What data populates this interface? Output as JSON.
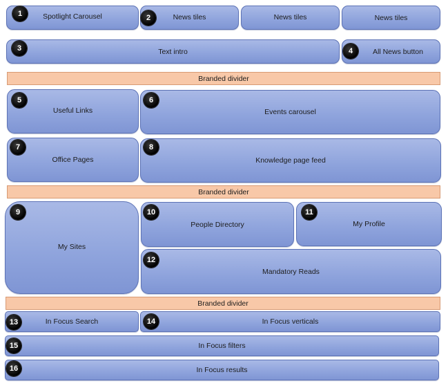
{
  "blocks": [
    {
      "num": "1",
      "label": "Spotlight Carousel"
    },
    {
      "num": "2",
      "label": "News tiles"
    },
    {
      "label": "News tiles"
    },
    {
      "label": "News tiles"
    },
    {
      "num": "3",
      "label": "Text intro"
    },
    {
      "num": "4",
      "label": "All News button"
    },
    {
      "num": "5",
      "label": "Useful Links"
    },
    {
      "num": "6",
      "label": "Events carousel"
    },
    {
      "num": "7",
      "label": "Office Pages"
    },
    {
      "num": "8",
      "label": "Knowledge page feed"
    },
    {
      "num": "9",
      "label": "My Sites"
    },
    {
      "num": "10",
      "label": "People Directory"
    },
    {
      "num": "11",
      "label": "My Profile"
    },
    {
      "num": "12",
      "label": "Mandatory Reads"
    },
    {
      "num": "13",
      "label": "In Focus Search"
    },
    {
      "num": "14",
      "label": "In Focus verticals"
    },
    {
      "num": "15",
      "label": "In Focus filters"
    },
    {
      "num": "16",
      "label": "In Focus results"
    }
  ],
  "dividers": [
    "Branded divider",
    "Branded divider",
    "Branded divider"
  ]
}
